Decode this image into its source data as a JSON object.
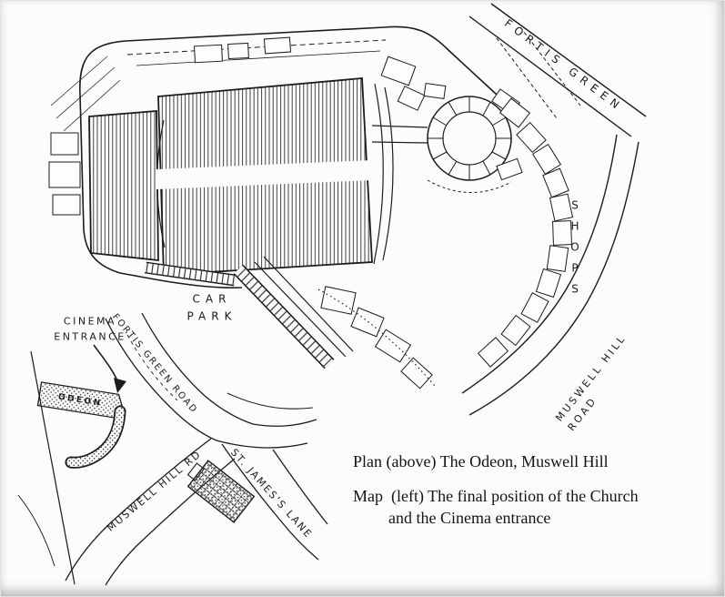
{
  "page": {
    "paper_color": "#fcfcfc",
    "ink_color": "#1c1c1c"
  },
  "plan": {
    "labels": {
      "fortis_green": "FORTIS GREEN",
      "car_park": "CAR\nPARK",
      "shops": "SHOPS",
      "muswell_hill_road": "MUSWELL HILL ROAD"
    }
  },
  "map": {
    "labels": {
      "cinema_entrance": "CINEMA\nENTRANCE",
      "fortis_green_road": "FORTIS GREEN ROAD",
      "odeon": "ODEON",
      "muswell_hill_rd": "MUSWELL HILL RD",
      "st_jamess_lane": "ST. JAMES'S LANE"
    }
  },
  "captions": {
    "plan_caption": "Plan (above) The Odeon, Muswell Hill",
    "map_caption_line1": "Map  (left) The final position of the Church",
    "map_caption_line2": "and the Cinema entrance"
  }
}
